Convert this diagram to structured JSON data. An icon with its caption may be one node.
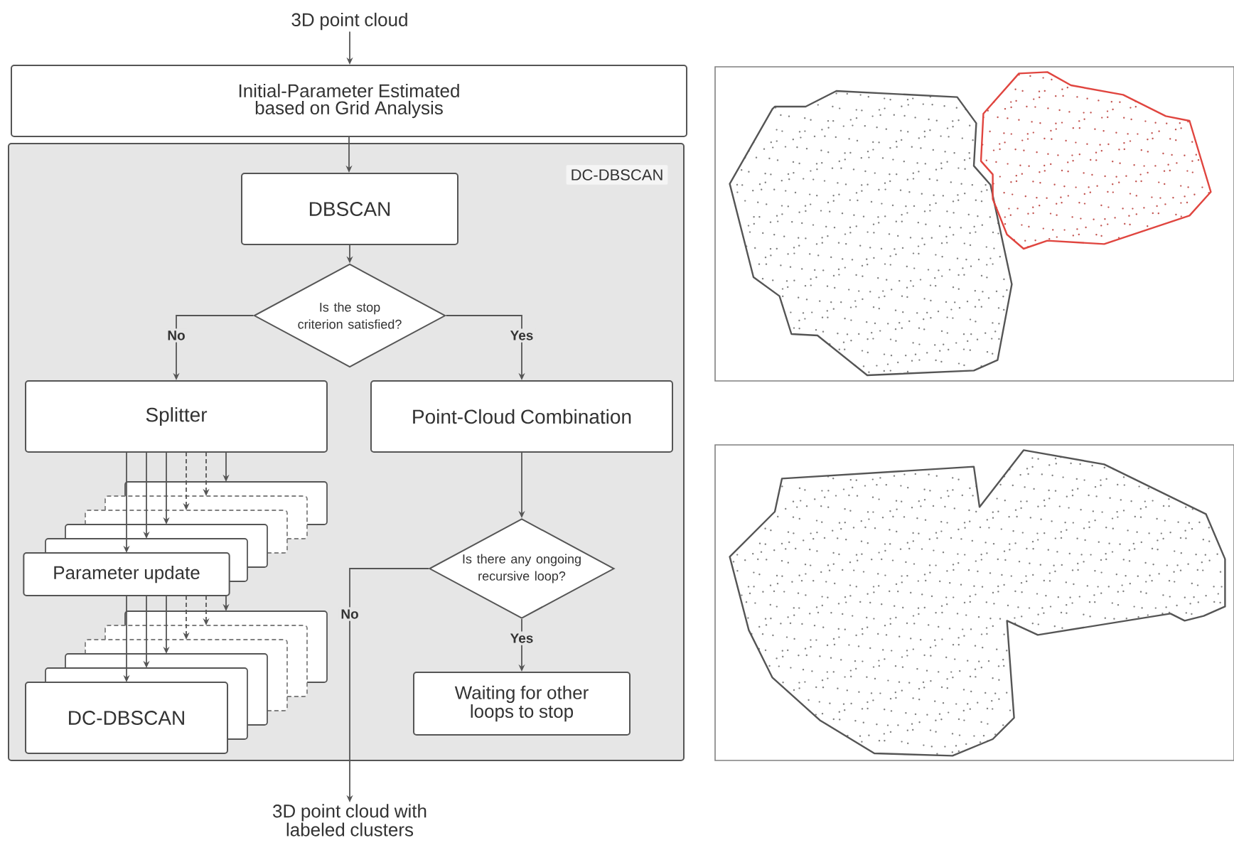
{
  "diagram": {
    "nodes": [
      {
        "text": [
          "3D point cloud"
        ]
      },
      {
        "text": [
          "Initial-Parameter Estimated based on Grid Analysis"
        ]
      },
      {
        "text": [
          "DC-DBSCAN"
        ]
      },
      {
        "text": [
          "DBSCAN"
        ],
        "in": 2
      },
      {
        "text": [
          "Is the stop criterion satisfied?"
        ],
        "in": 2
      },
      {
        "text": [
          "Splitter"
        ],
        "in": 2
      },
      {
        "text": [
          "Point-Cloud Combination"
        ],
        "in": 2
      },
      {
        "text": [
          "Parameter update"
        ],
        "in": 2
      },
      {
        "text": [
          "DC-DBSCAN"
        ],
        "in": 2
      },
      {
        "text": [
          "Is there any ongoing recursive loop?"
        ],
        "in": 2
      },
      {
        "text": [
          "Waiting for other loops to stop"
        ],
        "in": 2
      },
      {
        "text": [
          "3D point cloud with labeled clusters"
        ]
      }
    ],
    "edges": [
      {
        "from": 0,
        "to": 1,
        "arrow": "to"
      },
      {
        "from": 1,
        "to": 3,
        "arrow": "to"
      },
      {
        "from": 3,
        "to": 4,
        "arrow": "to"
      },
      {
        "from": 4,
        "to": 5,
        "arrow": "to",
        "label": "No"
      },
      {
        "from": 4,
        "to": 6,
        "arrow": "to",
        "label": "Yes"
      },
      {
        "from": 5,
        "to": 7,
        "arrow": "to"
      },
      {
        "from": 7,
        "to": 8,
        "arrow": "to"
      },
      {
        "from": 6,
        "to": 9,
        "arrow": "to"
      },
      {
        "from": 9,
        "to": 10,
        "arrow": "to",
        "label": "Yes"
      },
      {
        "from": 9,
        "to": 11,
        "arrow": "to",
        "label": "No"
      },
      {
        "from": 5,
        "to": 7,
        "arrow": "to"
      },
      {
        "from": 5,
        "to": 7,
        "arrow": "to"
      },
      {
        "from": 5,
        "to": 7,
        "arrow": "to",
        "style": "dashed"
      },
      {
        "from": 5,
        "to": 7,
        "arrow": "to",
        "style": "dashed"
      },
      {
        "from": 5,
        "to": 7,
        "arrow": "to"
      },
      {
        "from": 7,
        "to": 8,
        "arrow": "to"
      },
      {
        "from": 7,
        "to": 8,
        "arrow": "to"
      },
      {
        "from": 7,
        "to": 8,
        "arrow": "to",
        "style": "dashed"
      },
      {
        "from": 7,
        "to": 8,
        "arrow": "to",
        "style": "dashed"
      },
      {
        "from": 7,
        "to": 8,
        "arrow": "to"
      }
    ]
  }
}
